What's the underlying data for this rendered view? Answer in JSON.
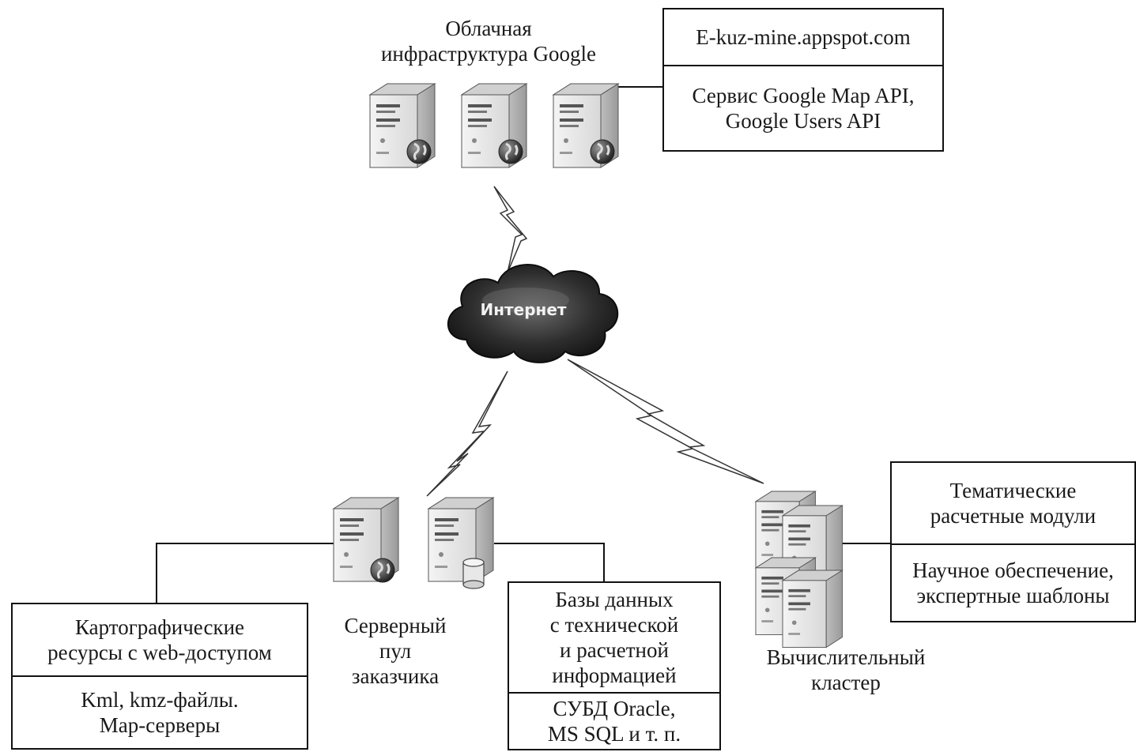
{
  "nodes": {
    "cloud_infra": {
      "label_lines": [
        "Облачная",
        "инфраструктура Google"
      ]
    },
    "internet": {
      "label": "Интернет"
    },
    "server_pool": {
      "label_lines": [
        "Серверный",
        "пул",
        "заказчика"
      ]
    },
    "cluster": {
      "label_lines": [
        "Вычислительный",
        "кластер"
      ]
    }
  },
  "boxes": {
    "google": {
      "header": [
        "E-kuz-mine.appspot.com"
      ],
      "body": [
        "Сервис Google Map API,",
        "Google Users API"
      ]
    },
    "maps": {
      "header": [
        "Картографические",
        "ресурсы с web-доступом"
      ],
      "body": [
        "Kml, kmz-файлы.",
        "Map-серверы"
      ]
    },
    "databases": {
      "header": [
        "Базы данных",
        "с технической",
        "и расчетной",
        "информацией"
      ],
      "body": [
        "СУБД Oracle,",
        "MS SQL и т. п."
      ]
    },
    "modules": {
      "header": [
        "Тематические",
        "расчетные модули"
      ],
      "body": [
        "Научное обеспечение,",
        "экспертные шаблоны"
      ]
    }
  },
  "icons": {
    "server": "server-tower-icon",
    "globe": "globe-icon",
    "database": "database-cylinder-icon",
    "cloud": "cloud-icon",
    "link": "lightning-link-icon"
  },
  "colors": {
    "cloud_fill": "#2a2a2a",
    "server_fill": "#e4e4e4",
    "line": "#111111"
  }
}
